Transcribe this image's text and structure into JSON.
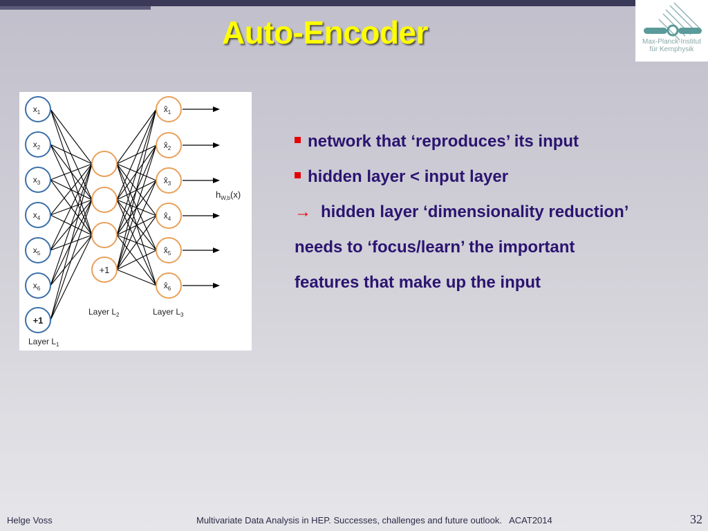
{
  "slide": {
    "title": "Auto-Encoder",
    "page_number": "32"
  },
  "logo": {
    "line1": "Max-Planck-Institut",
    "line2": "für Kernphysik"
  },
  "diagram": {
    "layer1_label": "Layer L1",
    "layer2_label": "Layer L2",
    "layer3_label": "Layer L3",
    "output_label": "h",
    "output_sub": "W,b",
    "output_arg": "(x)",
    "inputs": [
      {
        "base": "x",
        "sub": "1"
      },
      {
        "base": "x",
        "sub": "2"
      },
      {
        "base": "x",
        "sub": "3"
      },
      {
        "base": "x",
        "sub": "4"
      },
      {
        "base": "x",
        "sub": "5"
      },
      {
        "base": "x",
        "sub": "6"
      }
    ],
    "input_bias": "+1",
    "hidden_bias": "+1",
    "outputs": [
      {
        "base": "x̂",
        "sub": "1"
      },
      {
        "base": "x̂",
        "sub": "2"
      },
      {
        "base": "x̂",
        "sub": "3"
      },
      {
        "base": "x̂",
        "sub": "4"
      },
      {
        "base": "x̂",
        "sub": "5"
      },
      {
        "base": "x̂",
        "sub": "6"
      }
    ],
    "colors": {
      "input_node": "#3a6fa8",
      "hidden_node": "#e8a05a",
      "edge": "#000000"
    }
  },
  "bullets": {
    "b1": "network that ‘reproduces’ its input",
    "b2": "hidden layer < input layer",
    "b3": "hidden layer ‘dimensionality reduction’",
    "b4": "needs to ‘focus/learn’ the important",
    "b5": "features that make up the input",
    "arrow_icon": "→"
  },
  "footer": {
    "author": "Helge Voss",
    "talk": "Multivariate Data Analysis in HEP. Successes, challenges and future outlook.   ACAT2014"
  }
}
